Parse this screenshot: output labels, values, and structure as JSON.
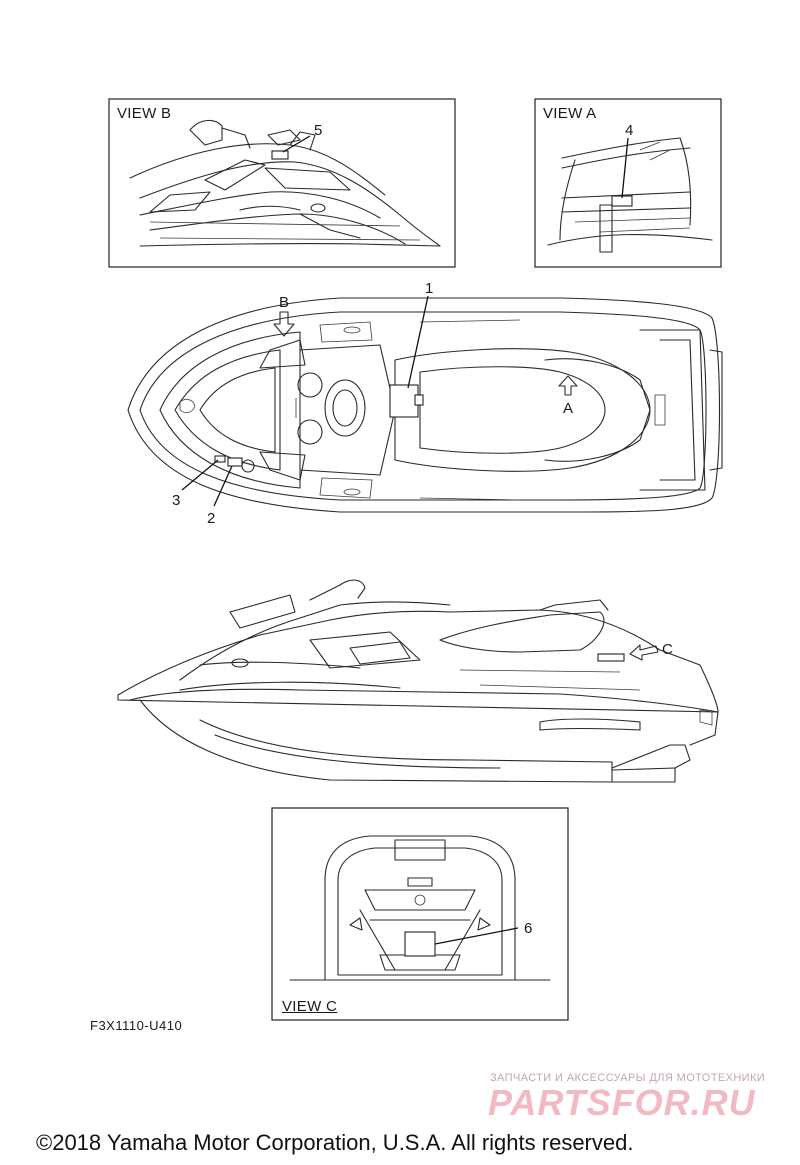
{
  "views": {
    "view_b": "VIEW B",
    "view_a": "VIEW A",
    "view_c": "VIEW C"
  },
  "callouts": {
    "n1": "1",
    "n2": "2",
    "n3": "3",
    "n4": "4",
    "n5": "5",
    "n6": "6"
  },
  "arrows": {
    "b": "B",
    "a": "A",
    "c": "C"
  },
  "diagram_code": "F3X1110-U410",
  "watermark": {
    "tagline": "ЗАПЧАСТИ И АКСЕССУАРЫ ДЛЯ МОТОТЕХНИКИ",
    "brand": "PARTSFOR.RU"
  },
  "copyright": "©2018 Yamaha Motor Corporation, U.S.A. All rights reserved."
}
